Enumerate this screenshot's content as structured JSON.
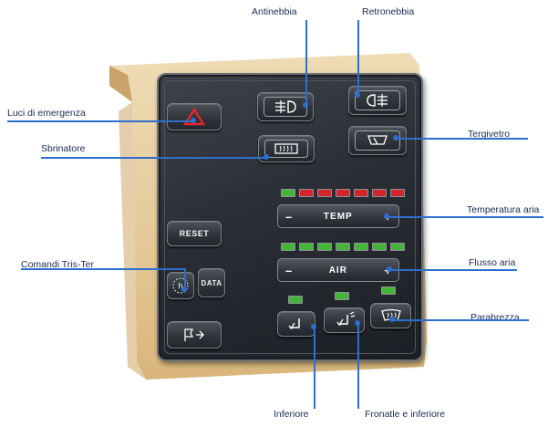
{
  "callouts": {
    "antinebbia": "Antinebbia",
    "retronebbia": "Retronebbia",
    "luci_emergenza": "Luci di emergenza",
    "sbrinatore": "Sbrinatore",
    "tergivetro": "Tergivetro",
    "temperatura": "Temperatura aria",
    "comandi": "Comandi Tris-Ter",
    "flusso": "Flusso aria",
    "parabrezza": "Parabrezza",
    "inferiore": "Inferiore",
    "frontale_inferiore": "Fronatle e inferiore"
  },
  "buttons": {
    "reset": "RESET",
    "data": "DATA",
    "clock_letter": "h",
    "temp": "TEMP",
    "air": "AIR",
    "minus": "–",
    "plus": "+"
  },
  "leds": {
    "temp": [
      "green",
      "red",
      "red",
      "red",
      "red",
      "red",
      "red"
    ],
    "air": [
      "green",
      "green",
      "green",
      "green",
      "green",
      "green",
      "green"
    ],
    "mode": [
      "green",
      "green",
      "green"
    ]
  },
  "colors": {
    "green": "#46b43a",
    "red": "#d3262c",
    "callout_line": "#2d6fd0",
    "mount": "#e7cfa0"
  }
}
